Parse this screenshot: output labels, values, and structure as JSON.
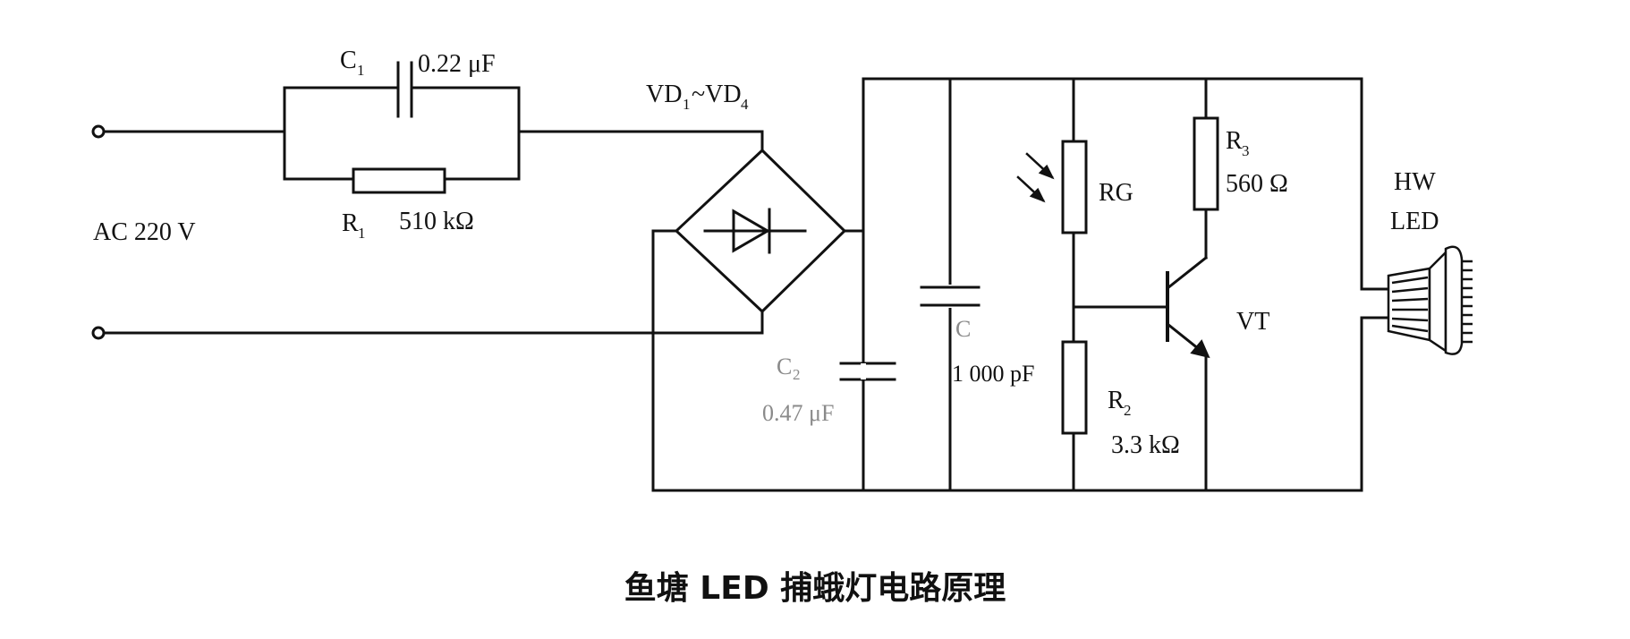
{
  "caption": "鱼塘 LED 捕蛾灯电路原理",
  "labels": {
    "ac_input": "AC 220 V",
    "c1_symbol": "C",
    "c1_sub": "1",
    "c1_value": "0.22 μF",
    "r1_symbol": "R",
    "r1_sub": "1",
    "r1_value": "510 kΩ",
    "bridge_a": "VD",
    "bridge_a_sub": "1",
    "bridge_mid": "~VD",
    "bridge_b_sub": "4",
    "c2_symbol": "C",
    "c2_sub": "2",
    "c2_value": "0.47 μF",
    "c3_symbol": "C",
    "c3_value": "1 000 pF",
    "rg": "RG",
    "r2_symbol": "R",
    "r2_sub": "2",
    "r2_value": "3.3 kΩ",
    "r3_symbol": "R",
    "r3_sub": "3",
    "r3_value": "560 Ω",
    "transistor": "VT",
    "led_top": "HW",
    "led_bottom": "LED"
  },
  "colors": {
    "ink": "#111111",
    "faint": "#8a8a8a"
  }
}
